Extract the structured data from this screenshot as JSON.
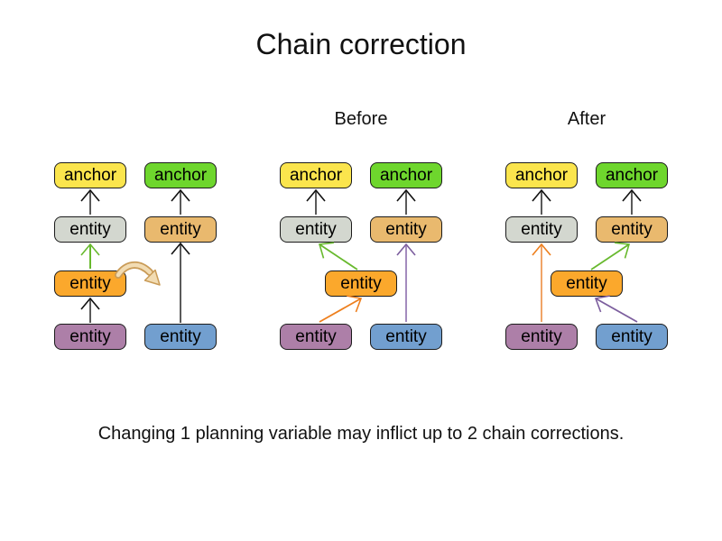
{
  "title": "Chain correction",
  "caption": "Changing 1 planning variable may inflict up to 2 chain corrections.",
  "node_labels": {
    "anchor": "anchor",
    "entity": "entity"
  },
  "colors": {
    "box_yellow": "#FBE54D",
    "box_green": "#6ED62D",
    "box_gray": "#D3D7CF",
    "box_tan": "#E9B96E",
    "box_orange": "#FBA82C",
    "box_purple": "#AD7FA8",
    "box_blue": "#729FCF",
    "arrow_shaft_gray": "#5A5A5A",
    "arrow_head_black": "#111111",
    "arrow_green": "#68B92E",
    "arrow_orange": "#EE7F1D",
    "arrow_orange_light": "#F0A467",
    "arrow_purple": "#7C5E9E",
    "arrow_purple_light": "#A48BBE",
    "move_arrow_fill": "#F2DCB3",
    "move_arrow_outline": "#C99B57"
  },
  "groups": [
    {
      "label": "",
      "nodes": [
        {
          "label": "anchor",
          "color": "#FBE54D"
        },
        {
          "label": "anchor",
          "color": "#6ED62D"
        },
        {
          "label": "entity",
          "color": "#D3D7CF"
        },
        {
          "label": "entity",
          "color": "#E9B96E"
        },
        {
          "label": "entity",
          "color": "#FBA82C"
        },
        {
          "label": "entity",
          "color": "#AD7FA8"
        },
        {
          "label": "entity",
          "color": "#729FCF"
        }
      ]
    },
    {
      "label": "Before",
      "nodes": [
        {
          "label": "anchor",
          "color": "#FBE54D"
        },
        {
          "label": "anchor",
          "color": "#6ED62D"
        },
        {
          "label": "entity",
          "color": "#D3D7CF"
        },
        {
          "label": "entity",
          "color": "#E9B96E"
        },
        {
          "label": "entity",
          "color": "#FBA82C"
        },
        {
          "label": "entity",
          "color": "#AD7FA8"
        },
        {
          "label": "entity",
          "color": "#729FCF"
        }
      ]
    },
    {
      "label": "After",
      "nodes": [
        {
          "label": "anchor",
          "color": "#FBE54D"
        },
        {
          "label": "anchor",
          "color": "#6ED62D"
        },
        {
          "label": "entity",
          "color": "#D3D7CF"
        },
        {
          "label": "entity",
          "color": "#E9B96E"
        },
        {
          "label": "entity",
          "color": "#FBA82C"
        },
        {
          "label": "entity",
          "color": "#AD7FA8"
        },
        {
          "label": "entity",
          "color": "#729FCF"
        }
      ]
    }
  ]
}
